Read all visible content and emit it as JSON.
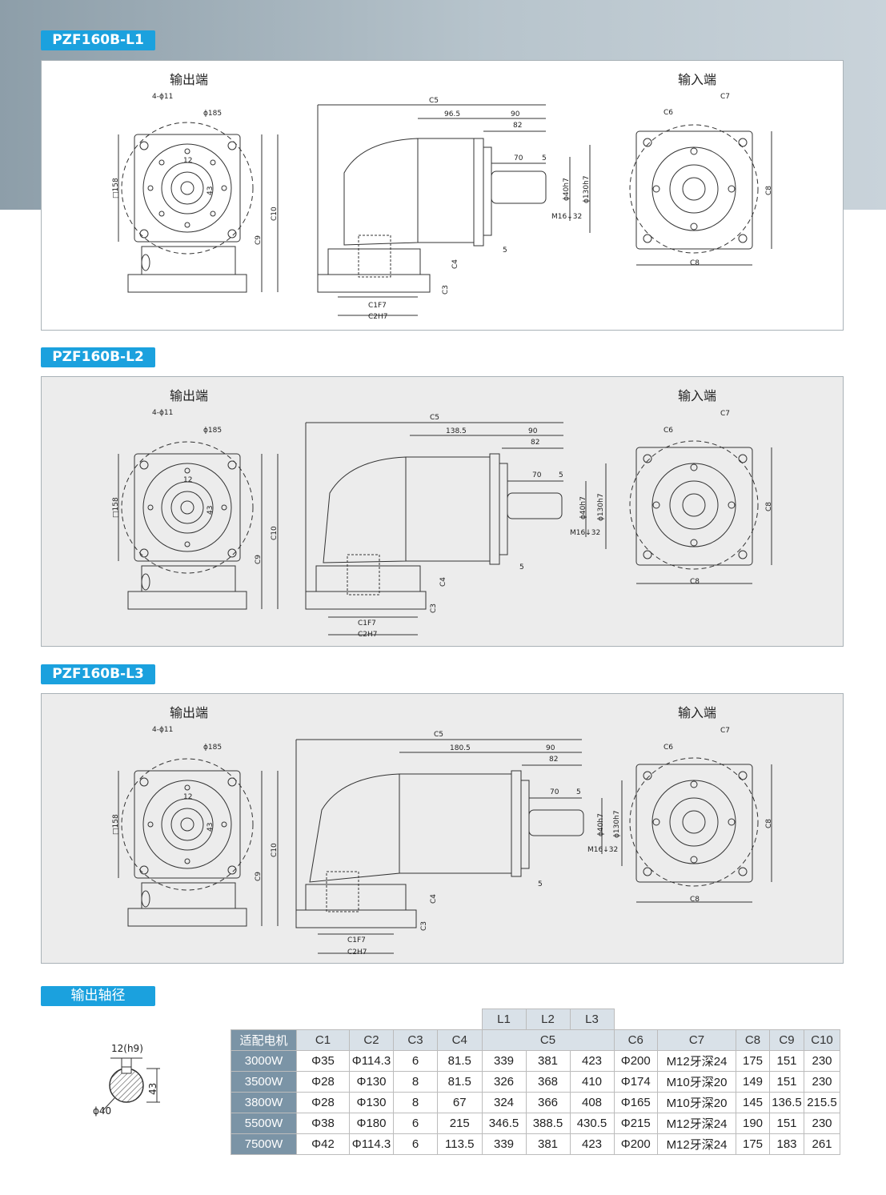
{
  "sections": [
    {
      "title": "PZF160B-L1",
      "output_label": "输出端",
      "input_label": "输入端",
      "dims": {
        "holes": "4-ϕ11",
        "pcd": "ϕ185",
        "square": "□158",
        "key": "12",
        "keyh": "43",
        "c5": "C5",
        "len_a": "96.5",
        "len_b": "90",
        "len_c": "82",
        "len_d": "70",
        "len_e": "5",
        "shaft": "ϕ40h7",
        "pilot": "ϕ130h7",
        "thread": "M16↓32",
        "c10": "C10",
        "c9": "C9",
        "c4": "C4",
        "c3": "C3",
        "c1": "C1F7",
        "c2": "C2H7",
        "flange": "5",
        "c6": "C6",
        "c7": "C7",
        "c8a": "C8",
        "c8b": "C8"
      }
    },
    {
      "title": "PZF160B-L2",
      "output_label": "输出端",
      "input_label": "输入端",
      "dims": {
        "holes": "4-ϕ11",
        "pcd": "ϕ185",
        "square": "□158",
        "key": "12",
        "keyh": "43",
        "c5": "C5",
        "len_a": "138.5",
        "len_b": "90",
        "len_c": "82",
        "len_d": "70",
        "len_e": "5",
        "shaft": "ϕ40h7",
        "pilot": "ϕ130h7",
        "thread": "M16↓32",
        "c10": "C10",
        "c9": "C9",
        "c4": "C4",
        "c3": "C3",
        "c1": "C1F7",
        "c2": "C2H7",
        "flange": "5",
        "c6": "C6",
        "c7": "C7",
        "c8a": "C8",
        "c8b": "C8"
      }
    },
    {
      "title": "PZF160B-L3",
      "output_label": "输出端",
      "input_label": "输入端",
      "dims": {
        "holes": "4-ϕ11",
        "pcd": "ϕ185",
        "square": "□158",
        "key": "12",
        "keyh": "43",
        "c5": "C5",
        "len_a": "180.5",
        "len_b": "90",
        "len_c": "82",
        "len_d": "70",
        "len_e": "5",
        "shaft": "ϕ40h7",
        "pilot": "ϕ130h7",
        "thread": "M16↓32",
        "c10": "C10",
        "c9": "C9",
        "c4": "C4",
        "c3": "C3",
        "c1": "C1F7",
        "c2": "C2H7",
        "flange": "5",
        "c6": "C6",
        "c7": "C7",
        "c8a": "C8",
        "c8b": "C8"
      }
    }
  ],
  "shaft_section": {
    "title": "输出轴径",
    "key_label": "12(h9)",
    "height_label": "43",
    "dia_label": "ϕ40"
  },
  "table": {
    "subheaders": [
      "L1",
      "L2",
      "L3"
    ],
    "headers": [
      "适配电机",
      "C1",
      "C2",
      "C3",
      "C4",
      "C5",
      "C6",
      "C7",
      "C8",
      "C9",
      "C10"
    ],
    "rows": [
      [
        "3000W",
        "Φ35",
        "Φ114.3",
        "6",
        "81.5",
        "339",
        "381",
        "423",
        "Φ200",
        "M12牙深24",
        "175",
        "151",
        "230"
      ],
      [
        "3500W",
        "Φ28",
        "Φ130",
        "8",
        "81.5",
        "326",
        "368",
        "410",
        "Φ174",
        "M10牙深20",
        "149",
        "151",
        "230"
      ],
      [
        "3800W",
        "Φ28",
        "Φ130",
        "8",
        "67",
        "324",
        "366",
        "408",
        "Φ165",
        "M10牙深20",
        "145",
        "136.5",
        "215.5"
      ],
      [
        "5500W",
        "Φ38",
        "Φ180",
        "6",
        "215",
        "346.5",
        "388.5",
        "430.5",
        "Φ215",
        "M12牙深24",
        "190",
        "151",
        "230"
      ],
      [
        "7500W",
        "Φ42",
        "Φ114.3",
        "6",
        "113.5",
        "339",
        "381",
        "423",
        "Φ200",
        "M12牙深24",
        "175",
        "183",
        "261"
      ]
    ]
  },
  "colors": {
    "accent": "#1ba1de",
    "row_header": "#7b94a6",
    "header_bg": "#d9e1e8",
    "band": "#a3b3bd"
  }
}
